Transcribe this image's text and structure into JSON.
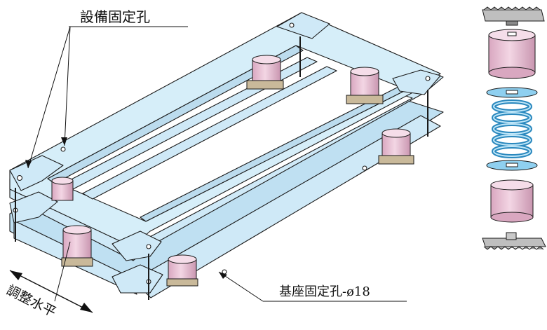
{
  "labels": {
    "equipment_holes": "設備固定孔",
    "base_holes": "基座固定孔-ø18",
    "adjust_level": "調整水平"
  },
  "colors": {
    "frame_fill": "#cfe9f7",
    "frame_stroke": "#1a1a1a",
    "rubber_fill": "#e8bfd4",
    "rubber_top": "#f5dde9",
    "spring_fill": "#8fd0f0",
    "plate_fill": "#bfbfbf",
    "pad_fill": "#c9b99a"
  },
  "exploded_parts": [
    {
      "name": "serrated-top-pad"
    },
    {
      "name": "upper-rubber-cup"
    },
    {
      "name": "washer-top"
    },
    {
      "name": "coil-spring"
    },
    {
      "name": "washer-bottom"
    },
    {
      "name": "lower-rubber-cup"
    },
    {
      "name": "serrated-base-pad"
    }
  ]
}
